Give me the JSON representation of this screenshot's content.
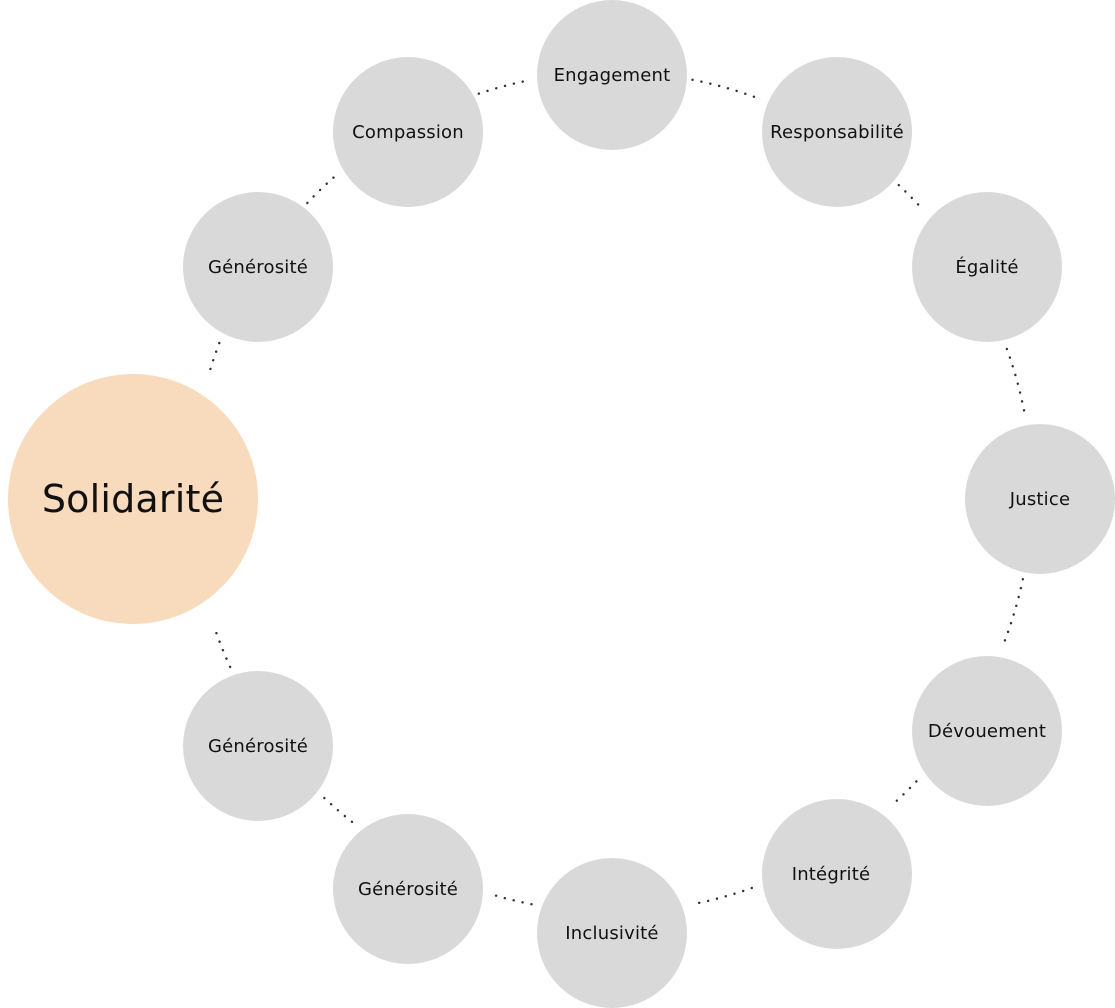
{
  "diagram": {
    "colors": {
      "center_fill": "#f8dbbd",
      "node_fill": "#d9d9d9",
      "connector": "#333333",
      "text": "#111111"
    },
    "center": {
      "label": "Solidarité"
    },
    "nodes": [
      {
        "label": "Engagement"
      },
      {
        "label": "Responsabilité"
      },
      {
        "label": "Égalité"
      },
      {
        "label": "Justice"
      },
      {
        "label": "Dévouement"
      },
      {
        "label": "Intégrité"
      },
      {
        "label": "Inclusivité"
      },
      {
        "label": "Générosité"
      },
      {
        "label": "Générosité"
      },
      {
        "label": "Générosité"
      },
      {
        "label": "Compassion"
      }
    ]
  }
}
